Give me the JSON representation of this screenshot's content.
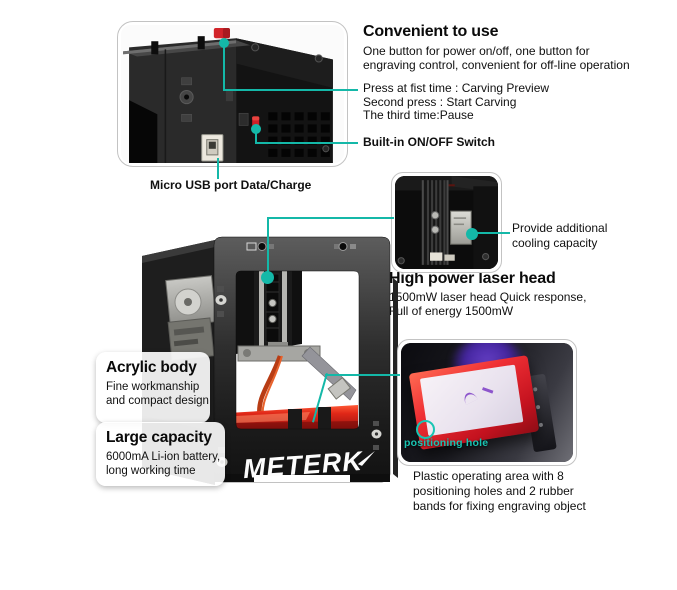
{
  "colors": {
    "accent": "#14b8a8",
    "button_red": "#d2242a",
    "base_red": "#e02818"
  },
  "logo": {
    "text": "METERK"
  },
  "convenient": {
    "title": "Convenient to use",
    "body": [
      "One button for power on/off, one button for",
      "engraving control, convenient for off-line operation"
    ],
    "press": [
      "Press at fist time : Carving Preview",
      "Second press : Start Carving",
      "The third time:Pause"
    ],
    "switch_label": "Built-in ON/OFF Switch"
  },
  "usb": {
    "label": "Micro USB port Data/Charge"
  },
  "cooling": {
    "lines": [
      "Provide additional",
      "cooling capacity"
    ]
  },
  "laser_head": {
    "title": "High power laser head",
    "body": [
      "1500mW laser head Quick response,",
      "Full of energy 1500mW"
    ]
  },
  "acrylic": {
    "title": "Acrylic body",
    "body": [
      "Fine workmanship",
      "and compact design"
    ]
  },
  "capacity": {
    "title": "Large capacity",
    "body": [
      "6000mA Li-ion battery,",
      "long working time"
    ]
  },
  "operating_area": {
    "hole_label": "positioning hole",
    "caption": [
      "Plastic operating area with 8",
      "positioning holes and 2 rubber",
      "bands for fixing engraving object"
    ]
  }
}
